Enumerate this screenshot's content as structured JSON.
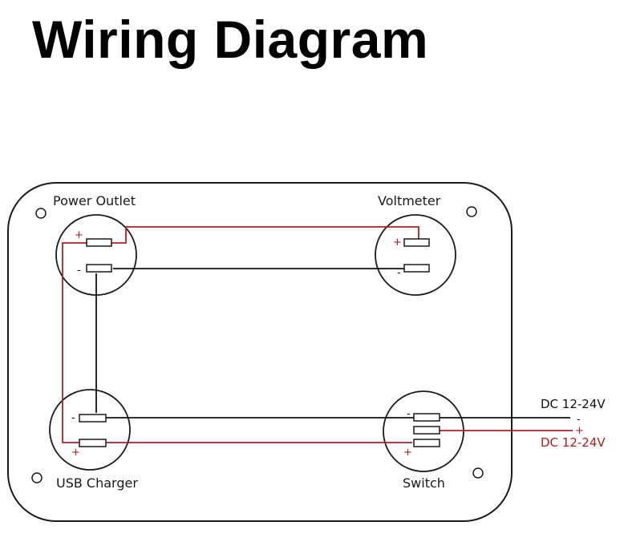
{
  "title": "Wiring Diagram",
  "colors": {
    "positive": "#b01e23",
    "negative": "#111111",
    "outline": "#1a1a1a",
    "background": "#ffffff"
  },
  "components": {
    "power_outlet": {
      "label": "Power Outlet",
      "plus": "+",
      "minus": "-"
    },
    "voltmeter": {
      "label": "Voltmeter",
      "plus": "+",
      "minus": "-"
    },
    "usb_charger": {
      "label": "USB Charger",
      "plus": "+",
      "minus": "-"
    },
    "switch": {
      "label": "Switch",
      "plus": "+",
      "minus": "-"
    }
  },
  "supply": {
    "negative_label": "DC 12-24V",
    "negative_sign": "-",
    "positive_sign": "+",
    "positive_label": "DC 12-24V"
  }
}
